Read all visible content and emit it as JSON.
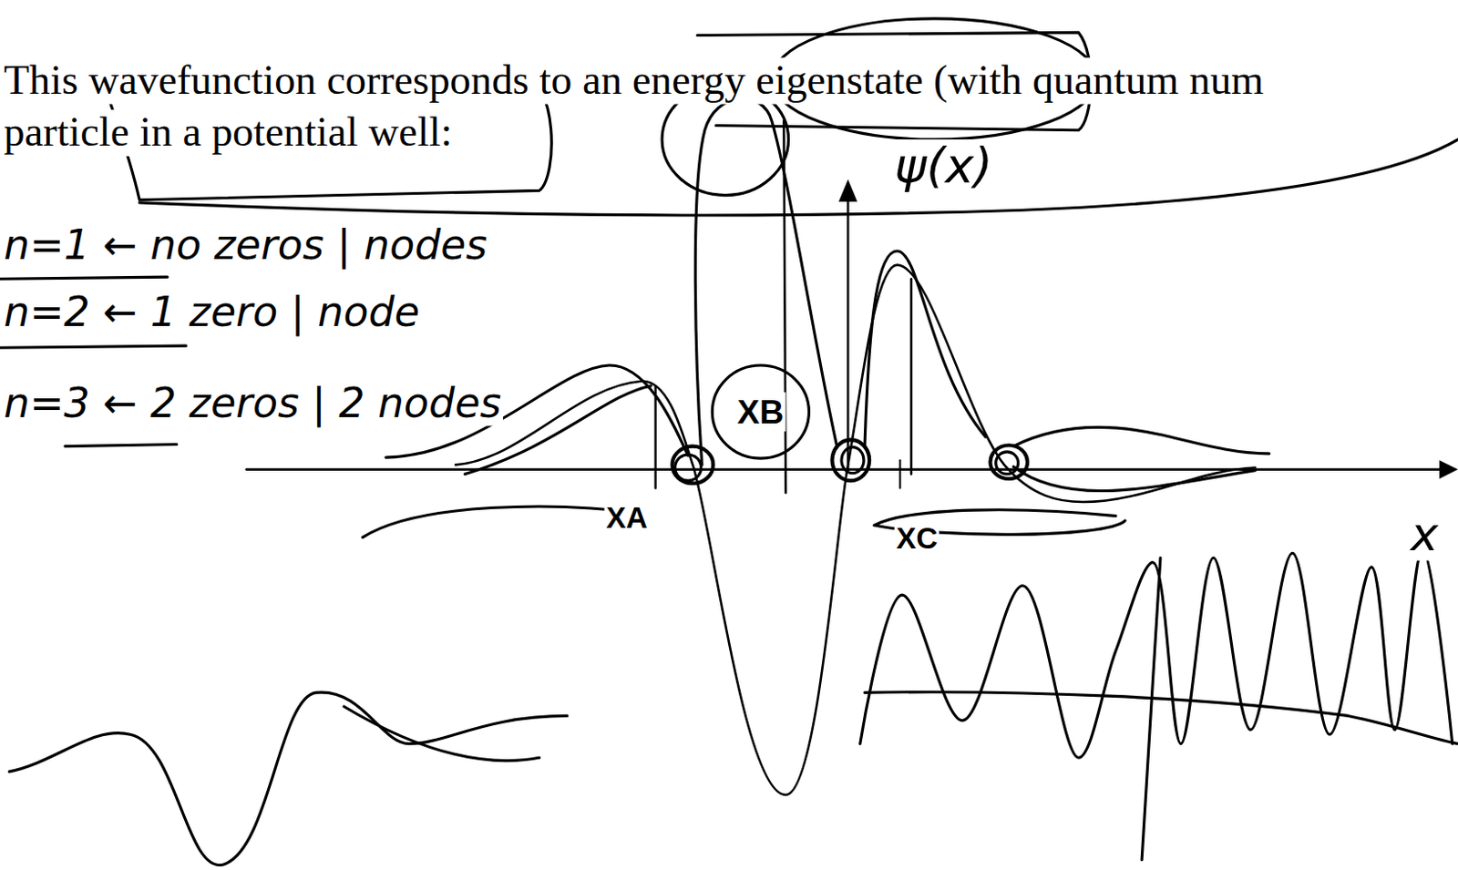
{
  "diagram": {
    "nodes": [
      {
        "text": [
          "XB"
        ]
      }
    ],
    "labels": [
      "This wavefunction corresponds to an energy eigenstate (with quantum num",
      "particle in a potential well:",
      "ψ(x)",
      "n=1 ← no zeros | nodes",
      "n=2 ← 1 zero | node",
      "n=3 ← 2 zeros | 2 nodes",
      "XA",
      "XC",
      "x"
    ]
  }
}
